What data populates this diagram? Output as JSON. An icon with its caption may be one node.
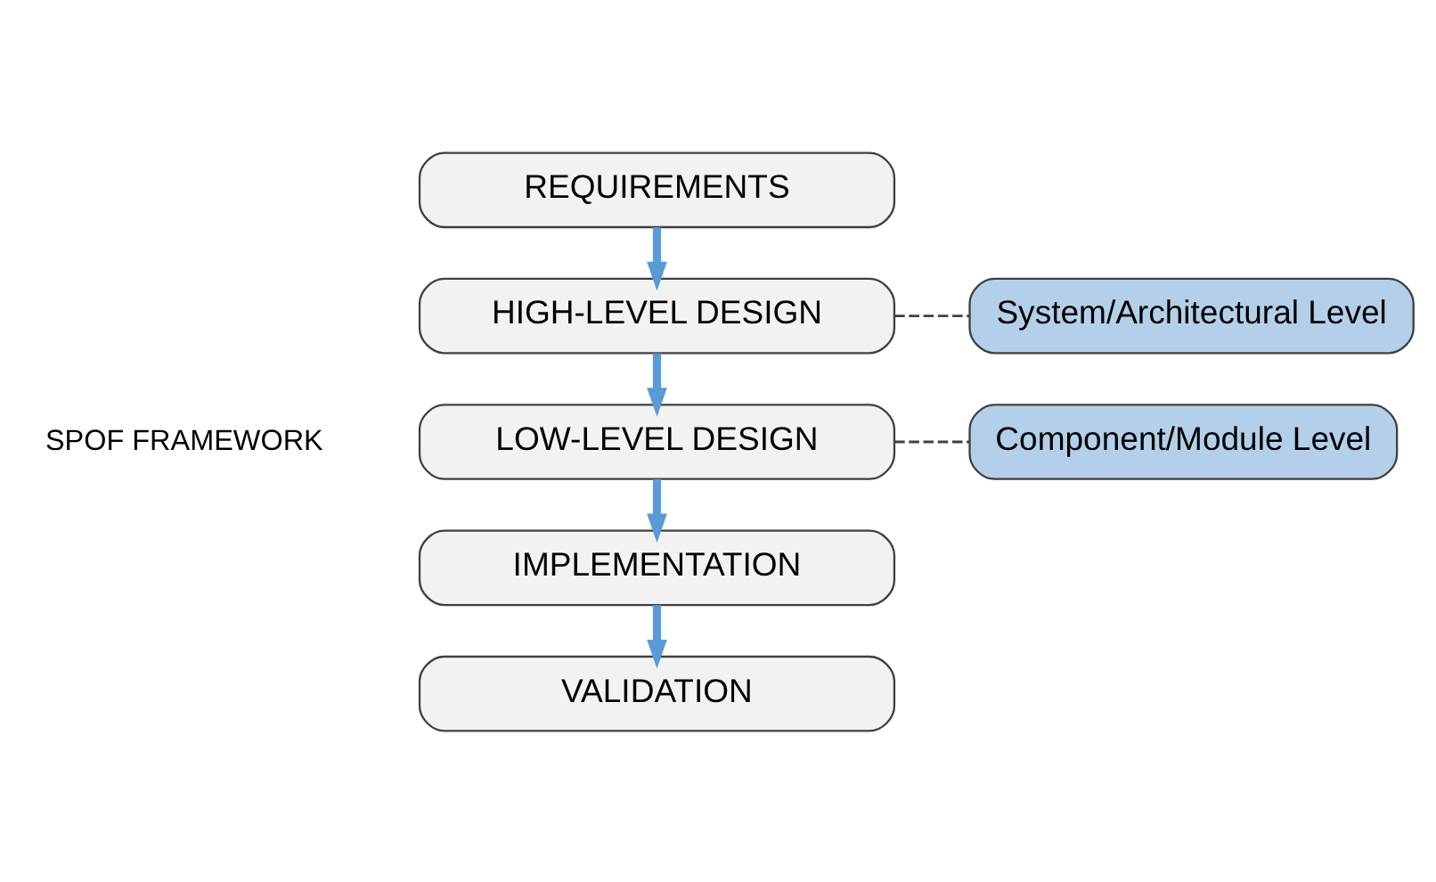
{
  "diagram": {
    "nodes": [
      {
        "text": [
          "REQUIREMENTS"
        ]
      },
      {
        "text": [
          "HIGH-LEVEL DESIGN"
        ]
      },
      {
        "text": [
          "System/Architectural Level"
        ]
      },
      {
        "text": [
          "LOW-LEVEL DESIGN"
        ]
      },
      {
        "text": [
          "Component/Module Level"
        ]
      },
      {
        "text": [
          "IMPLEMENTATION"
        ]
      },
      {
        "text": [
          "VALIDATION"
        ]
      }
    ],
    "edges": [
      {
        "from": 0,
        "to": 1,
        "arrow": "to"
      },
      {
        "from": 1,
        "to": 2,
        "arrow": "none",
        "style": "dashed",
        "color": "#404040"
      },
      {
        "from": 1,
        "to": 3,
        "arrow": "to"
      },
      {
        "from": 3,
        "to": 4,
        "arrow": "none",
        "style": "dashed",
        "color": "#404040"
      },
      {
        "from": 3,
        "to": 5,
        "arrow": "to"
      },
      {
        "from": 5,
        "to": 6,
        "arrow": "to"
      }
    ],
    "labels": [
      "SPOF FRAMEWORK"
    ]
  }
}
